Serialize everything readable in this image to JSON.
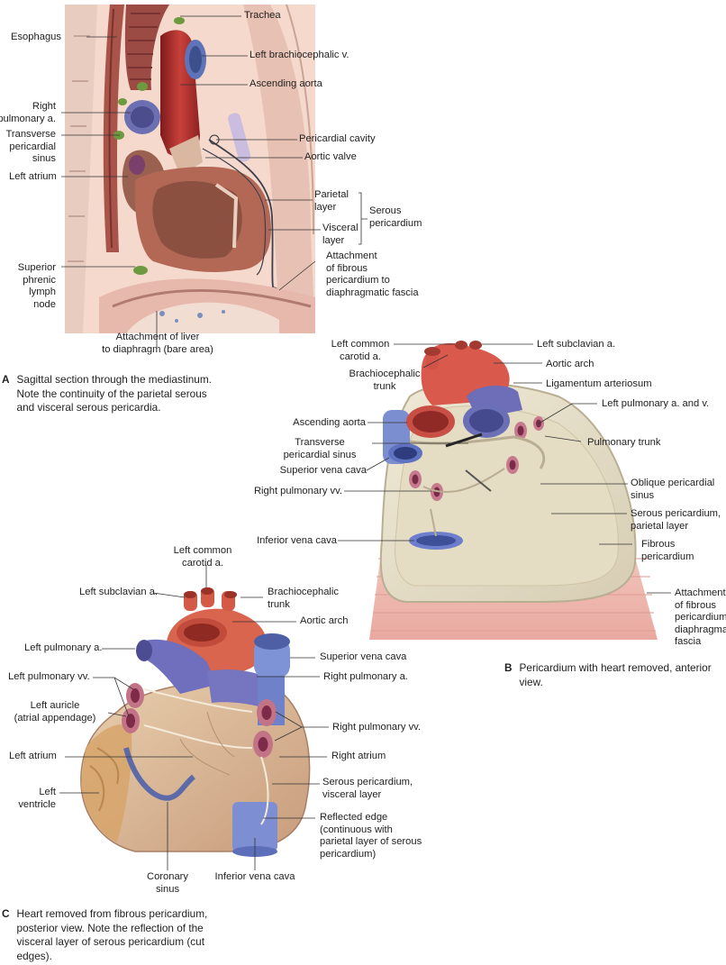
{
  "panel_a": {
    "labels": {
      "esophagus": "Esophagus",
      "trachea": "Trachea",
      "left_brachiocephalic_v": "Left brachiocephalic v.",
      "ascending_aorta": "Ascending aorta",
      "right_pulmonary_a_1": "Right",
      "right_pulmonary_a_2": "pulmonary a.",
      "transverse_sinus_1": "Transverse",
      "transverse_sinus_2": "pericardial",
      "transverse_sinus_3": "sinus",
      "pericardial_cavity": "Pericardial cavity",
      "aortic_valve": "Aortic valve",
      "left_atrium": "Left atrium",
      "parietal_layer_1": "Parietal",
      "parietal_layer_2": "layer",
      "serous_pericardium_1": "Serous",
      "serous_pericardium_2": "pericardium",
      "visceral_layer_1": "Visceral",
      "visceral_layer_2": "layer",
      "superior_phrenic_1": "Superior",
      "superior_phrenic_2": "phrenic",
      "superior_phrenic_3": "lymph",
      "superior_phrenic_4": "node",
      "attachment_fibrous_1": "Attachment",
      "attachment_fibrous_2": "of fibrous",
      "attachment_fibrous_3": "pericardium to",
      "attachment_fibrous_4": "diaphragmatic fascia",
      "attachment_liver_1": "Attachment of liver",
      "attachment_liver_2": "to diaphragm (bare area)"
    },
    "caption_letter": "A",
    "caption_lines": [
      "Sagittal section through the mediastinum.",
      "Note the continuity of the parietal serous",
      "and visceral serous pericardia."
    ]
  },
  "panel_b": {
    "labels": {
      "left_common_carotid_1": "Left common",
      "left_common_carotid_2": "carotid a.",
      "left_subclavian": "Left subclavian a.",
      "brachiocephalic_1": "Brachiocephalic",
      "brachiocephalic_2": "trunk",
      "aortic_arch": "Aortic arch",
      "ligamentum_arteriosum": "Ligamentum arteriosum",
      "left_pulmonary_av": "Left pulmonary a. and v.",
      "ascending_aorta": "Ascending aorta",
      "transverse_sinus_1": "Transverse",
      "transverse_sinus_2": "pericardial sinus",
      "pulmonary_trunk": "Pulmonary trunk",
      "superior_vena_cava": "Superior vena cava",
      "oblique_sinus_1": "Oblique pericardial",
      "oblique_sinus_2": "sinus",
      "right_pulmonary_vv": "Right pulmonary vv.",
      "serous_parietal_1": "Serous pericardium,",
      "serous_parietal_2": "parietal layer",
      "inferior_vena_cava": "Inferior vena cava",
      "fibrous_pericardium_1": "Fibrous",
      "fibrous_pericardium_2": "pericardium",
      "attachment_1": "Attachment",
      "attachment_2": "of fibrous",
      "attachment_3": "pericardium to",
      "attachment_4": "diaphragmatic",
      "attachment_5": "fascia"
    },
    "caption_letter": "B",
    "caption_lines": [
      "Pericardium with heart removed, anterior",
      "view."
    ]
  },
  "panel_c": {
    "labels": {
      "left_common_carotid_1": "Left common",
      "left_common_carotid_2": "carotid a.",
      "left_subclavian": "Left subclavian a.",
      "brachiocephalic_1": "Brachiocephalic",
      "brachiocephalic_2": "trunk",
      "aortic_arch": "Aortic arch",
      "left_pulmonary_a": "Left pulmonary a.",
      "superior_vena_cava": "Superior vena cava",
      "left_pulmonary_vv": "Left pulmonary vv.",
      "right_pulmonary_a": "Right pulmonary a.",
      "left_auricle_1": "Left auricle",
      "left_auricle_2": "(atrial appendage)",
      "right_pulmonary_vv": "Right pulmonary vv.",
      "left_atrium": "Left atrium",
      "right_atrium": "Right atrium",
      "left_ventricle_1": "Left",
      "left_ventricle_2": "ventricle",
      "serous_visceral_1": "Serous pericardium,",
      "serous_visceral_2": "visceral layer",
      "reflected_1": "Reflected edge",
      "reflected_2": "(continuous with",
      "reflected_3": "parietal layer of serous",
      "reflected_4": "pericardium)",
      "coronary_sinus_1": "Coronary",
      "coronary_sinus_2": "sinus",
      "inferior_vena_cava": "Inferior vena cava"
    },
    "caption_letter": "C",
    "caption_lines": [
      "Heart removed from fibrous pericardium,",
      "posterior view. Note the reflection of the",
      "visceral layer of serous pericardium (cut",
      "edges)."
    ]
  },
  "colors": {
    "artery": "#d9544a",
    "vein": "#6f78c4",
    "muscle": "#a8604e",
    "pericardium": "#e6e0cc",
    "tissue": "#f1d0c2"
  }
}
